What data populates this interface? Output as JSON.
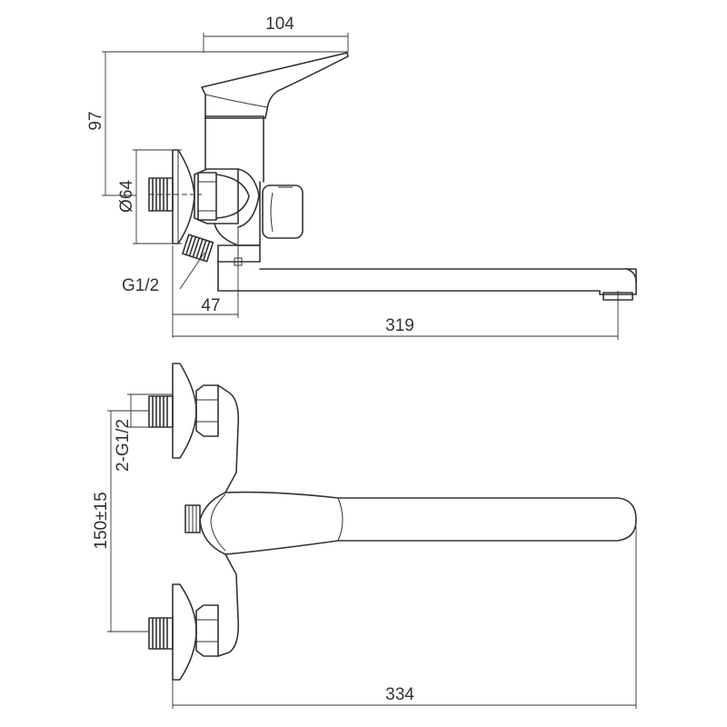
{
  "top_view": {
    "dim_top_width": "104",
    "dim_height": "97",
    "dim_flange_diameter": "Ø64",
    "dim_thread": "G1/2",
    "dim_offset": "47",
    "dim_spout_length": "319"
  },
  "bottom_view": {
    "dim_inlet_threads": "2-G1/2",
    "dim_inlet_spacing": "150±15",
    "dim_total_length": "334"
  }
}
